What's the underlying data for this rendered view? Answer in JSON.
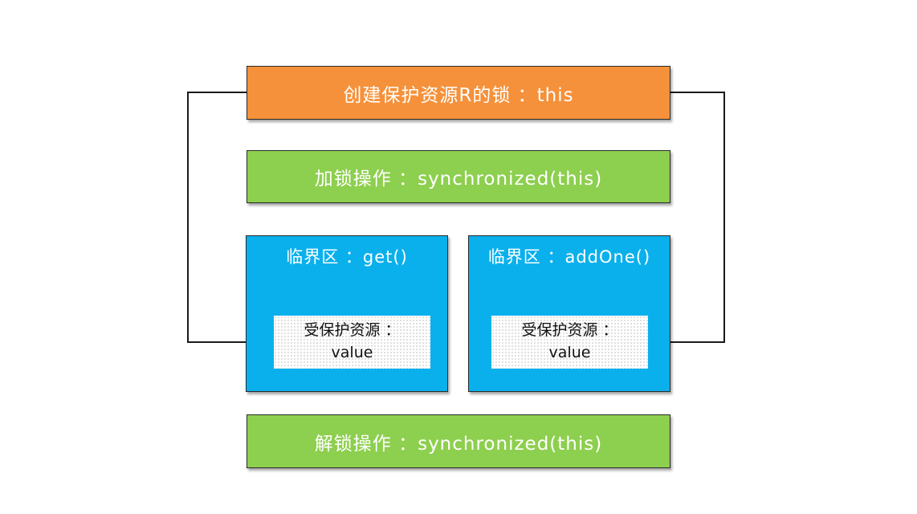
{
  "colors": {
    "orange": "#f5913a",
    "green": "#8dcf4e",
    "blue": "#0ab0ec",
    "line": "#1a1a1a"
  },
  "create_lock": {
    "label": "创建保护资源R的锁 ：this"
  },
  "lock_op": {
    "label": "加锁操作 ：synchronized(this)"
  },
  "critical_get": {
    "title": "临界区 ：get()",
    "resource_line1": "受保护资源 ：",
    "resource_line2": "value"
  },
  "critical_addone": {
    "title": "临界区 ：addOne()",
    "resource_line1": "受保护资源 ：",
    "resource_line2": "value"
  },
  "unlock_op": {
    "label": "解锁操作 ：synchronized(this)"
  }
}
